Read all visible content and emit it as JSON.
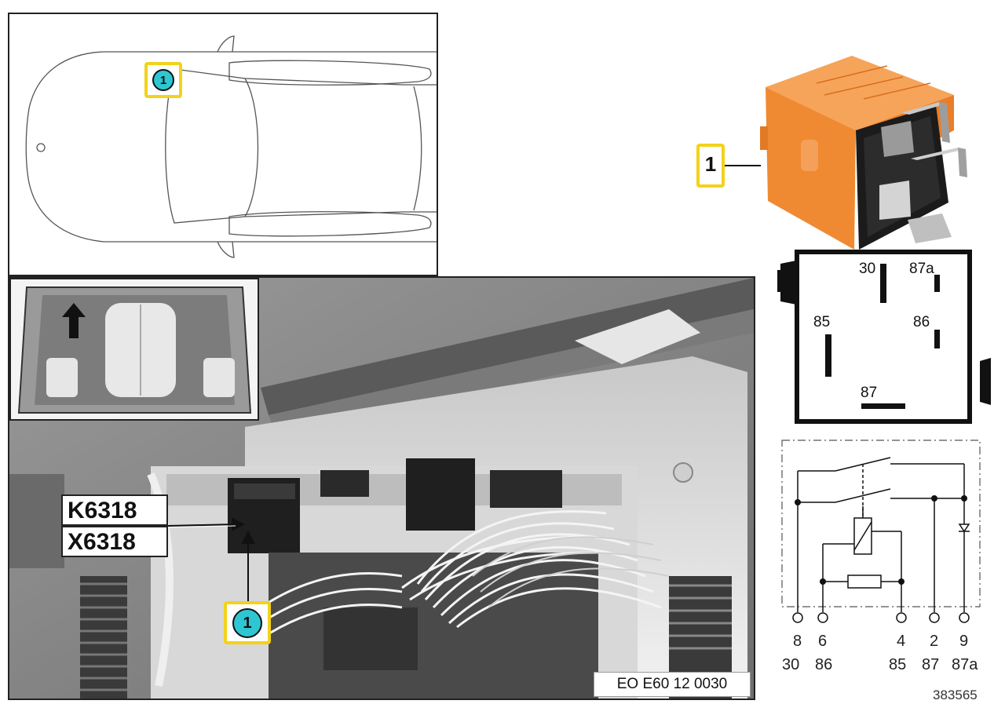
{
  "overview": {
    "callout_number": "1"
  },
  "photo": {
    "component_label": "K6318",
    "connector_label": "X6318",
    "callout_number": "1",
    "figure_code": "EO E60 12 0030"
  },
  "relay_photo": {
    "callout_number": "1"
  },
  "pin_layout": {
    "pin_30": "30",
    "pin_87a": "87a",
    "pin_85": "85",
    "pin_86": "86",
    "pin_87": "87"
  },
  "schematic": {
    "pins": [
      {
        "number": "8",
        "terminal": "30"
      },
      {
        "number": "6",
        "terminal": "86"
      },
      {
        "number": "4",
        "terminal": "85"
      },
      {
        "number": "2",
        "terminal": "87"
      },
      {
        "number": "9",
        "terminal": "87a"
      }
    ]
  },
  "image_id": "383565",
  "colors": {
    "callout_frame": "#f2d21a",
    "callout_fill": "#2ec6d2",
    "relay_body": "#f08a32"
  }
}
